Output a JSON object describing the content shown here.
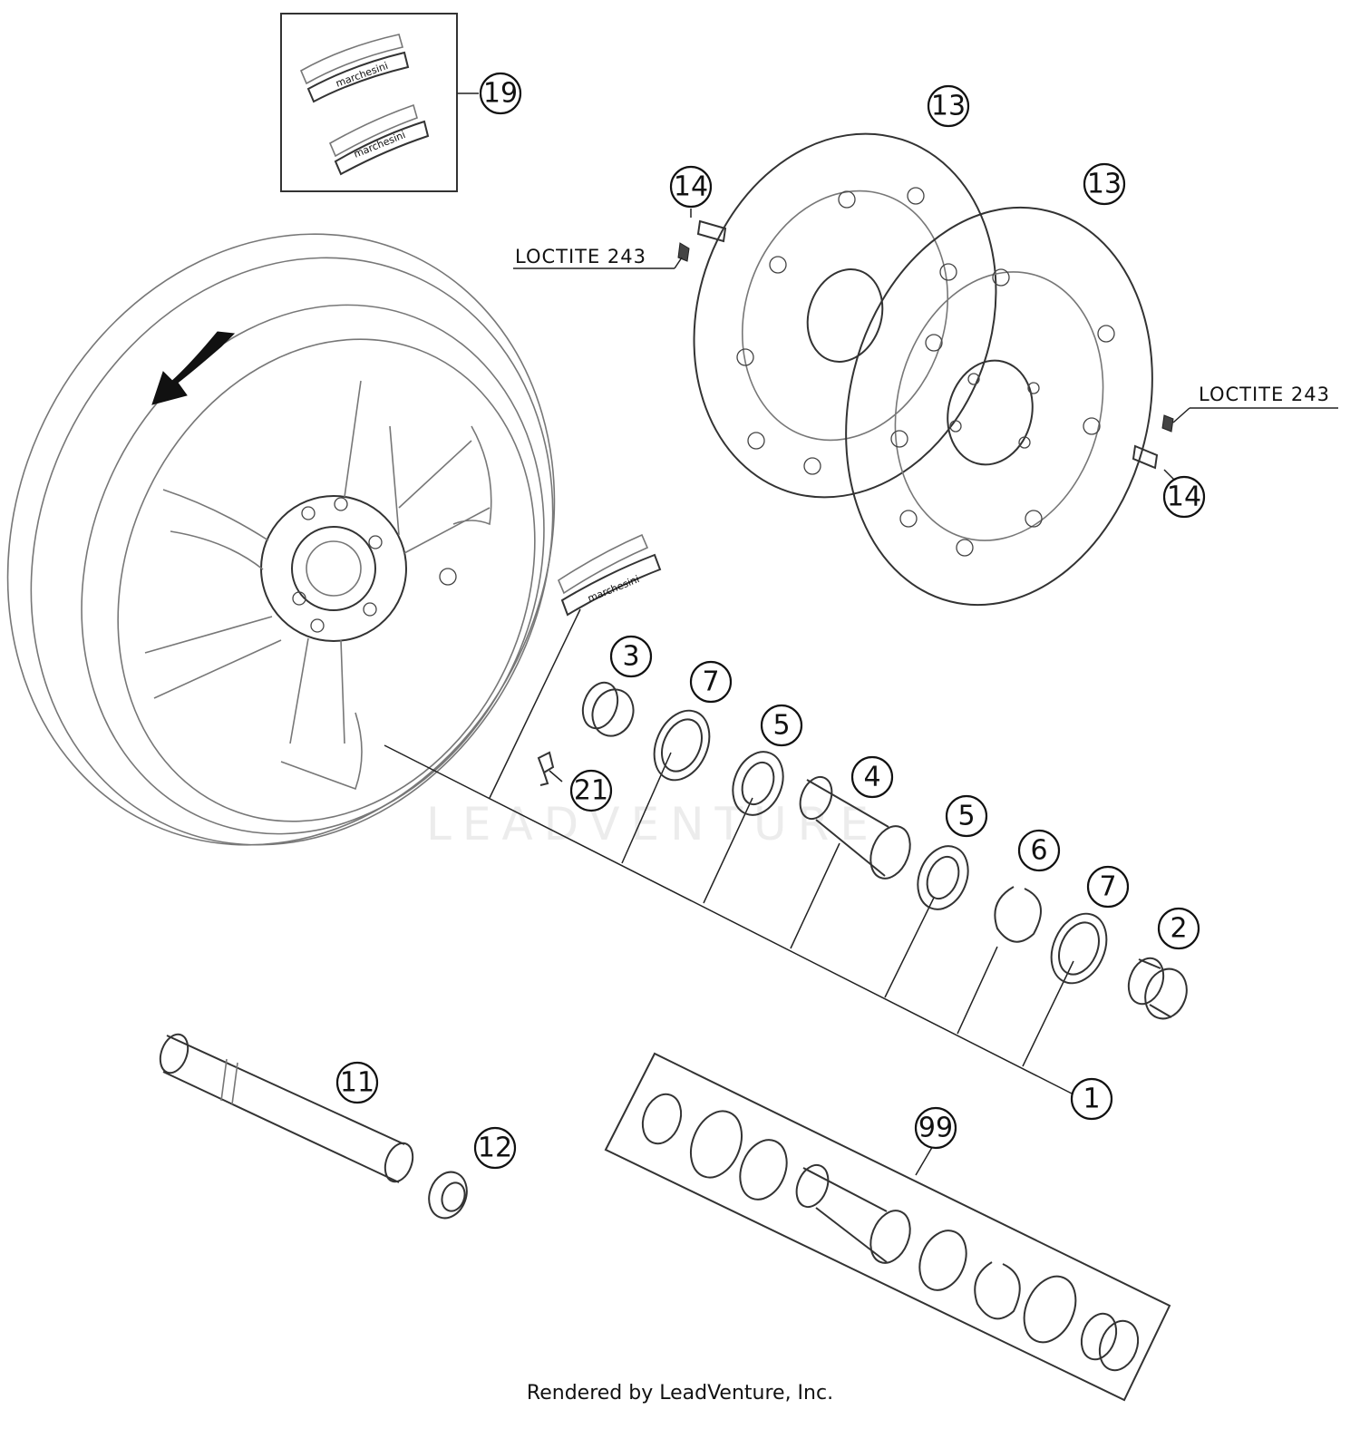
{
  "callouts": {
    "c1": "1",
    "c2": "2",
    "c3": "3",
    "c4": "4",
    "c5a": "5",
    "c5b": "5",
    "c6": "6",
    "c7a": "7",
    "c7b": "7",
    "c11": "11",
    "c12": "12",
    "c13a": "13",
    "c13b": "13",
    "c14a": "14",
    "c14b": "14",
    "c19": "19",
    "c21": "21",
    "c99": "99"
  },
  "notes": {
    "loctite_top": "LOCTITE 243",
    "loctite_right": "LOCTITE 243"
  },
  "decal_text": "marchesini",
  "watermark": "LEADVENTURE",
  "footer": "Rendered by LeadVenture, Inc."
}
